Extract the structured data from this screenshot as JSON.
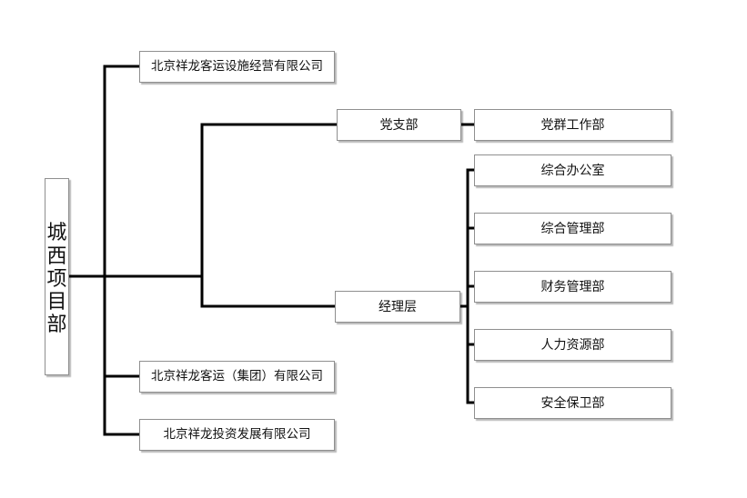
{
  "org_chart": {
    "root": {
      "label": "城西项目部",
      "chars": [
        "城",
        "西",
        "项",
        "目",
        "部"
      ]
    },
    "companies": [
      "北京祥龙客运设施经营有限公司",
      "北京祥龙客运（集团）有限公司",
      "北京祥龙投资发展有限公司"
    ],
    "branches": {
      "party": "党支部",
      "manager": "经理层"
    },
    "departments": [
      "党群工作部",
      "综合办公室",
      "综合管理部",
      "财务管理部",
      "人力资源部",
      "安全保卫部"
    ]
  }
}
